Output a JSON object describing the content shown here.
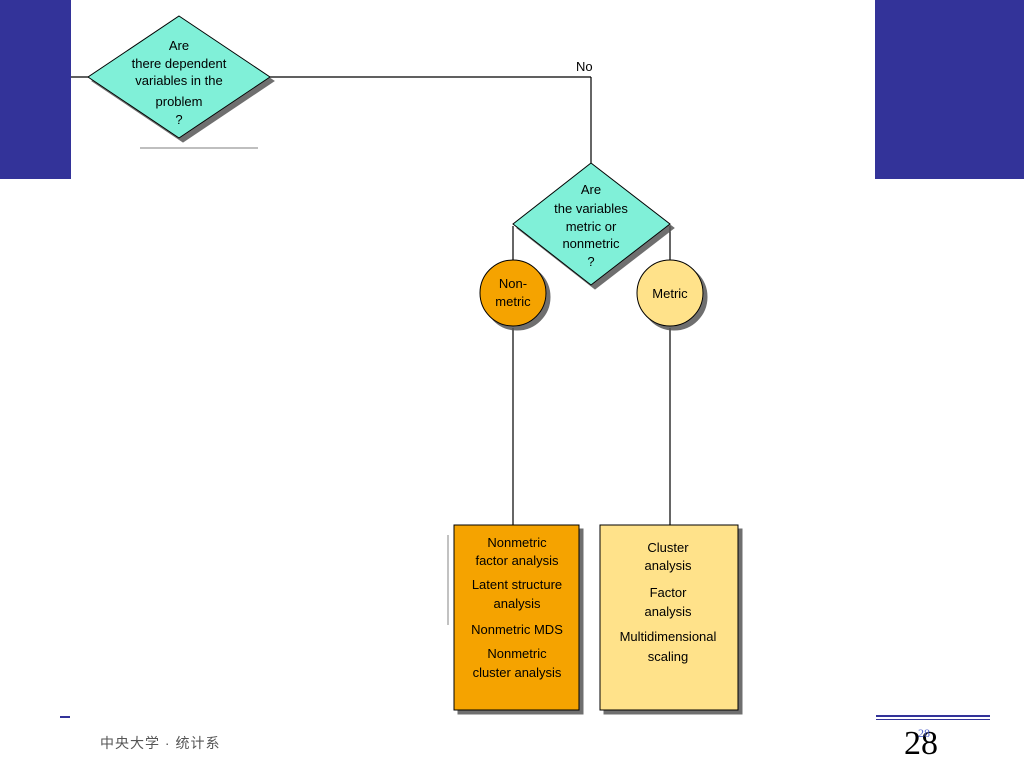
{
  "decision_top": {
    "lines": [
      "Are",
      "there dependent",
      "variables in the",
      "problem",
      "?"
    ]
  },
  "branch_no_label": "No",
  "decision_second": {
    "lines": [
      "Are",
      "the variables",
      "metric or",
      "nonmetric",
      "?"
    ]
  },
  "node_nonmetric": {
    "lines": [
      "Non-",
      "metric"
    ],
    "color": "#f5a300"
  },
  "node_metric": {
    "lines": [
      "Metric"
    ],
    "color": "#ffe28a"
  },
  "box_nonmetric": {
    "color": "#f5a300",
    "items": [
      [
        "Nonmetric",
        "factor analysis"
      ],
      [
        "Latent structure",
        "analysis"
      ],
      [
        "Nonmetric MDS"
      ],
      [
        "Nonmetric",
        "cluster analysis"
      ]
    ]
  },
  "box_metric": {
    "color": "#ffe28a",
    "items": [
      [
        "Cluster",
        "analysis"
      ],
      [
        "Factor",
        "analysis"
      ],
      [
        "Multidimensional",
        "scaling"
      ]
    ]
  },
  "colors": {
    "band": "#333399",
    "diamond": "#80f0d8"
  },
  "footer_text": "中央大学 · 统计系",
  "slide_number": "28",
  "slide_number_small": "28"
}
